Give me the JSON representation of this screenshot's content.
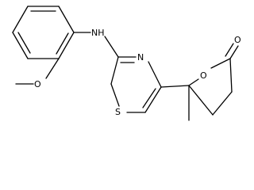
{
  "molecule": {
    "atom_labels": {
      "amine": "NH",
      "thiazole_nitrogen": "N",
      "thiazole_sulfur": "S",
      "methoxy_oxygen": "O",
      "ring_oxygen": "O",
      "carbonyl_oxygen": "O"
    }
  }
}
